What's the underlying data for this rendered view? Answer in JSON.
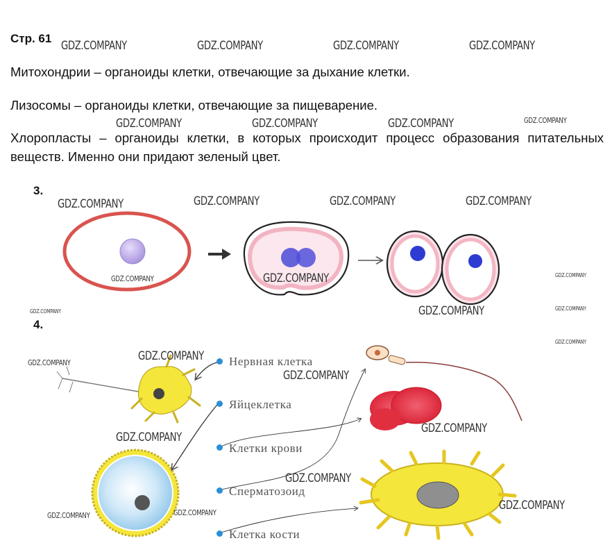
{
  "page_ref": "Стр. 61",
  "paragraphs": {
    "mito": "Митохондрии – органоиды клетки, отвечающие за дыхание клетки.",
    "lyso": "Лизосомы – органоиды клетки, отвечающие за пищеварение.",
    "chloro": "Хлоропласты – органоиды клетки, в которых происходит процесс образования питательных веществ. Именно они придают зеленый цвет."
  },
  "section3": {
    "number": "3."
  },
  "section4": {
    "number": "4.",
    "labels": [
      "Нервная клетка",
      "Яйцеклетка",
      "Клетки крови",
      "Сперматозоид",
      "Клетка кости"
    ]
  },
  "watermark": "GDZ.COMPANY",
  "colors": {
    "label_dot": "#2b8fd6",
    "cell_border": "#d9544f",
    "nucleus_purple": "#b9a4e3",
    "nucleus_blue": "#3a3fd0",
    "neuron_yellow": "#f4e63a",
    "blood_red": "#e0283a",
    "egg_blue": "#c9e6f7"
  }
}
